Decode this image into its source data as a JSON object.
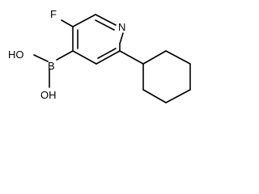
{
  "molecule": {
    "atoms": {
      "fluorine": "F",
      "nitrogen": "N",
      "boron": "B",
      "hydroxyl_top": "HO",
      "hydroxyl_bottom": "OH"
    }
  }
}
